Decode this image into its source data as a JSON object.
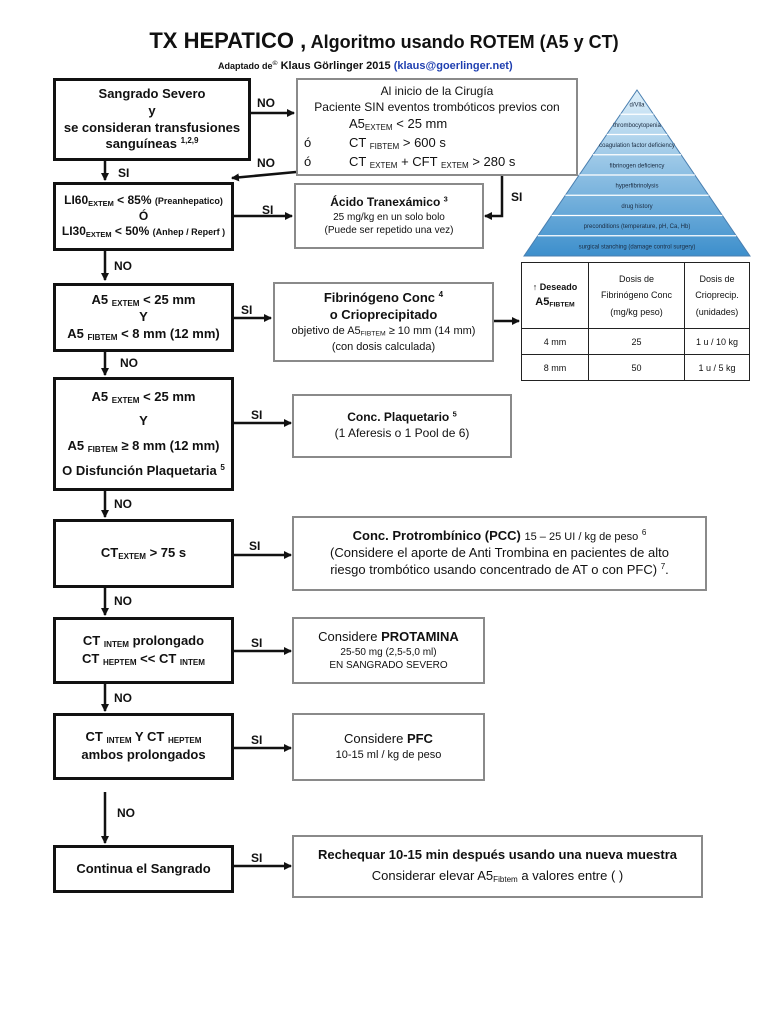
{
  "header": {
    "title_main": "TX HEPATICO ,",
    "title_sub": "Algoritmo usando ROTEM (A5 y CT)",
    "adapted_prefix": "Adaptado de",
    "adapted_symbol": "©",
    "author": "Klaus Görlinger 2015",
    "email": "(klaus@goerlinger.net)"
  },
  "colors": {
    "accent_blue": "#1f3fb0",
    "arrow": "#111111",
    "grey_border": "#8a8a8a",
    "pyramid_light": "#d6ecf8",
    "pyramid_dark": "#3d8fcc"
  },
  "box1": {
    "l1": "Sangrado Severo",
    "l2": "y",
    "l3": "se consideran transfusiones",
    "l4": "sanguíneas",
    "ref": "1,2,9"
  },
  "no1": "NO",
  "no2": "NO",
  "si1": "SI",
  "box_start": {
    "l1": "Al inicio de la Cirugía",
    "l2": "Paciente SIN eventos trombóticos previos con",
    "r1_a": "A5",
    "r1_sub": "EXTEM",
    "r1_b": "< 25 mm",
    "o1": "ó",
    "r2_a": "CT",
    "r2_sub": "FIBTEM",
    "r2_b": "> 600 s",
    "o2": "ó",
    "r3_a": "CT",
    "r3_sub": "EXTEM",
    "r3_b": "+ CFT",
    "r3_sub2": "EXTEM",
    "r3_c": "> 280 s"
  },
  "si_right": "SI",
  "box_li": {
    "a1": "LI60",
    "a1_sub": "EXTEM",
    "a1_b": "< 85%",
    "a1_note": "(Preanhepatico)",
    "o": "Ó",
    "a2": "LI30",
    "a2_sub": "EXTEM",
    "a2_b": "< 50%",
    "a2_note": "(Anhep / Reperf )"
  },
  "si2": "SI",
  "no3": "NO",
  "box_tx": {
    "title": "Ácido Tranexámico",
    "ref": "3",
    "l1": "25 mg/kg en un solo bolo",
    "l2": "(Puede ser repetido una vez)"
  },
  "box_a5": {
    "l1_a": "A5",
    "l1_sub": "EXTEM",
    "l1_b": "< 25 mm",
    "l2": "Y",
    "l3_a": "A5",
    "l3_sub": "FIBTEM",
    "l3_b": "<  8 mm (12 mm)"
  },
  "si3": "SI",
  "no4": "NO",
  "box_fib": {
    "t1": "Fibrinógeno Conc",
    "ref": "4",
    "t2": "o Crioprecipitado",
    "l1_a": "objetivo de A5",
    "l1_sub": "FIBTEM",
    "l1_b": "≥  10 mm (14 mm)",
    "l2": "(con dosis calculada)"
  },
  "table": {
    "h1_arrow": "↑ Deseado",
    "h1_a5": "A5",
    "h1_sub": "FIBTEM",
    "h2": [
      "Dosis  de",
      "Fibrinógeno Conc",
      "(mg/kg peso)"
    ],
    "h3": [
      "Dosis de",
      "Crioprecip.",
      "(unidades)"
    ],
    "rows": [
      [
        "4 mm",
        "25",
        "1 u / 10 kg"
      ],
      [
        "8 mm",
        "50",
        "1 u / 5 kg"
      ]
    ]
  },
  "pyramid": {
    "levels": [
      "d/Vlla",
      "thrombocytopenia",
      "coagulation factor deficiency",
      "fibrinogen deficiency",
      "hyperfibrinolysis",
      "drug history",
      "preconditions (temperature, pH, Ca, Hb)",
      "surgical stanching (damage control surgery)"
    ]
  },
  "box_plq": {
    "l1_a": "A5",
    "l1_sub": "EXTEM",
    "l1_b": "< 25 mm",
    "l2": "Y",
    "l3_a": "A5",
    "l3_sub": "FIBTEM",
    "l3_b": "≥  8 mm (12 mm)",
    "l4": "O Disfunción Plaquetaria",
    "ref": "5"
  },
  "si4": "SI",
  "no5": "NO",
  "box_conc_plq": {
    "title": "Conc. Plaquetario",
    "ref": "5",
    "l1": "(1 Aferesis  o 1 Pool de 6)"
  },
  "box_ct": {
    "a": "CT",
    "sub": "EXTEM",
    "b": ">  75 s"
  },
  "si5": "SI",
  "no6": "NO",
  "box_pcc": {
    "title": "Conc. Protrombínico (PCC)",
    "dose": "15 – 25 UI / kg de peso",
    "ref": "6",
    "l1": "(Considere el aporte de Anti Trombina en pacientes de alto",
    "l2": "riesgo trombótico usando concentrado de AT o con PFC)",
    "ref2": "7",
    "end": "."
  },
  "box_intem": {
    "l1_a": "CT",
    "l1_sub": "INTEM",
    "l1_b": "prolongado",
    "l2_a": "CT",
    "l2_sub": "HEPTEM",
    "l2_b": "<< CT",
    "l2_sub2": "INTEM"
  },
  "si6": "SI",
  "no7": "NO",
  "box_prot": {
    "l1_a": "Considere",
    "l1_b": "PROTAMINA",
    "l2": "25-50 mg (2,5-5,0 ml)",
    "l3": "EN SANGRADO SEVERO"
  },
  "box_both": {
    "l1_a": "CT",
    "l1_sub": "INTEM",
    "l1_b": "Y CT",
    "l1_sub2": "HEPTEM",
    "l2": "ambos prolongados"
  },
  "si7": "SI",
  "no8": "NO",
  "box_pfc": {
    "l1_a": "Considere",
    "l1_b": "PFC",
    "l2": "10-15 ml / kg de peso"
  },
  "box_cont": {
    "l1": "Continua el Sangrado"
  },
  "si8": "SI",
  "box_reck": {
    "l1": "Rechequar 10-15 min después usando una nueva muestra",
    "l2_a": "Considerar elevar A5",
    "l2_sub": "Fibtem",
    "l2_b": "a valores entre ( )"
  }
}
